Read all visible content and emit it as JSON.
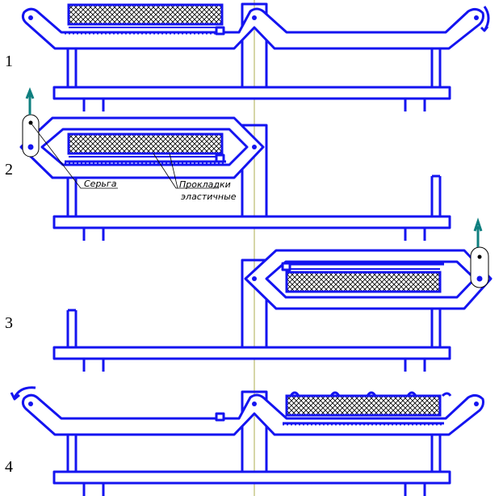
{
  "stages": [
    {
      "number": "1"
    },
    {
      "number": "2"
    },
    {
      "number": "3"
    },
    {
      "number": "4"
    }
  ],
  "labels": {
    "earring": "Серьга",
    "pads_line1": "Прокладки",
    "pads_line2": "эластичные"
  },
  "colors": {
    "structure": "#1414f0",
    "axis": "#c8c88a",
    "hook": "#0f7f7f"
  }
}
